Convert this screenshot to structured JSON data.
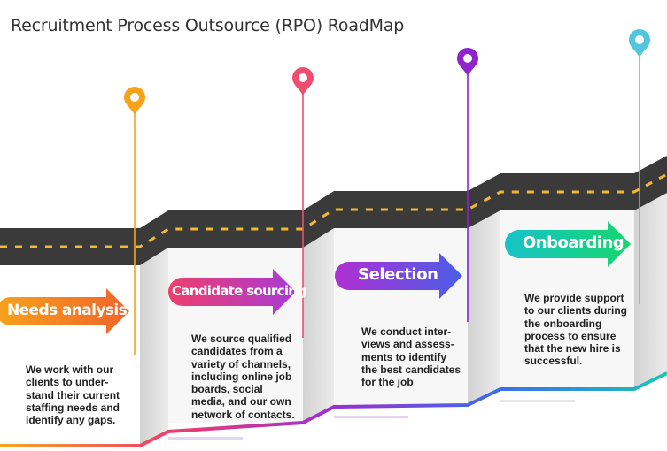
{
  "title": "Recruitment Process Outsource (RPO) RoadMap",
  "colors": {
    "road": "#3a3a3a",
    "dash": "#f5b731",
    "wall": "#e6e6e6",
    "pin_needs": "#f7a21b",
    "pin_candidate": "#ef4d6f",
    "pin_selection": "#8e24c9",
    "pin_onboarding": "#52c6dd"
  },
  "steps": [
    {
      "label": "Needs analysis",
      "description": [
        "We work with our",
        "clients to under-",
        "stand their current",
        "staffing needs and",
        "identify any gaps."
      ],
      "pin_icon": "location-pin-icon",
      "gradient": [
        "#f7a21b",
        "#f0642c"
      ]
    },
    {
      "label": "Candidate sourcing",
      "description": [
        "We source qualified",
        "candidates from a",
        "variety of channels,",
        "including online job",
        "boards, social",
        "media, and our own",
        "network of contacts."
      ],
      "pin_icon": "location-pin-icon",
      "gradient": [
        "#ef3f6b",
        "#a83ad6"
      ]
    },
    {
      "label": "Selection",
      "description": [
        "We conduct inter-",
        "views and assess-",
        "ments to identify",
        "the best candidates",
        "for the job"
      ],
      "pin_icon": "location-pin-icon",
      "gradient": [
        "#b02fd1",
        "#4a5ee8"
      ]
    },
    {
      "label": "Onboarding",
      "description": [
        "We provide support",
        "to our clients during",
        "the onboarding",
        "process to ensure",
        "that the new hire is",
        "successful."
      ],
      "pin_icon": "location-pin-icon",
      "gradient": [
        "#17c3c8",
        "#16d56b"
      ]
    }
  ]
}
